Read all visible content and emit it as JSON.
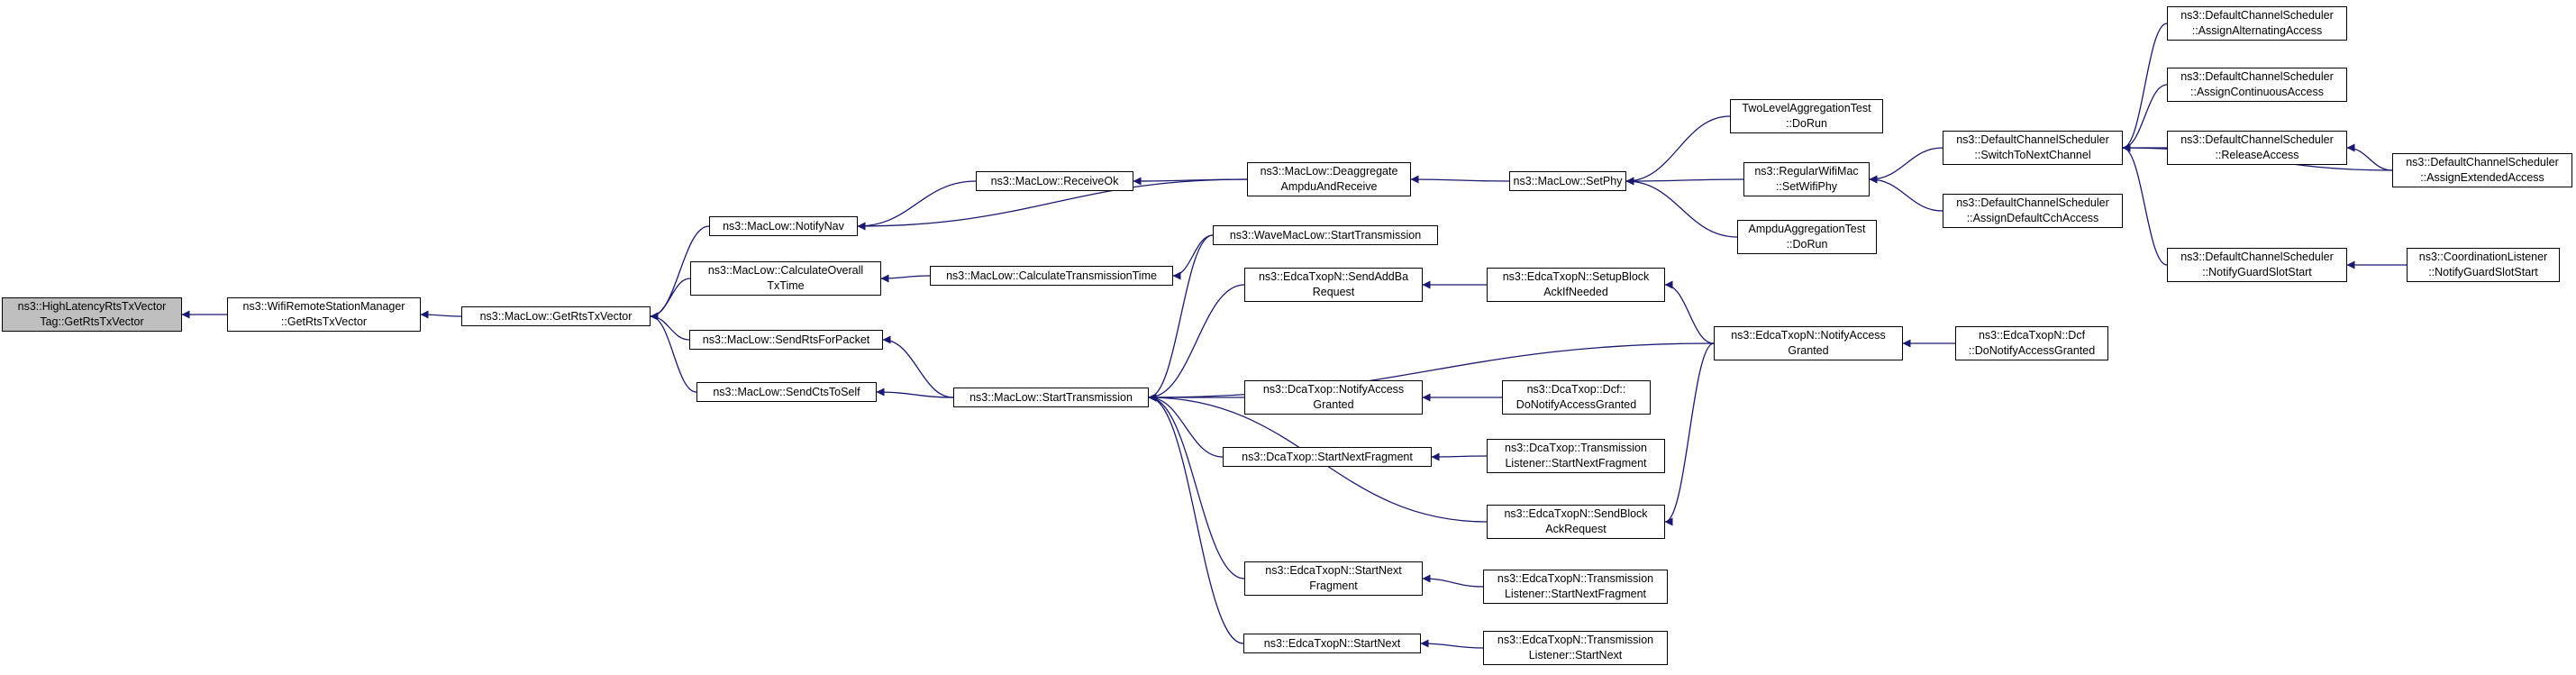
{
  "colors": {
    "edge": "#191970",
    "root_fill": "#bfbfbf",
    "node_fill": "#ffffff",
    "border": "#000000"
  },
  "nodes": [
    {
      "id": "root",
      "lines": [
        "ns3::HighLatencyRtsTxVector",
        "Tag::GetRtsTxVector"
      ],
      "root": true
    },
    {
      "id": "wrsm",
      "lines": [
        "ns3::WifiRemoteStationManager",
        "::GetRtsTxVector"
      ]
    },
    {
      "id": "getrts",
      "lines": [
        "ns3::MacLow::GetRtsTxVector"
      ]
    },
    {
      "id": "notifynav",
      "lines": [
        "ns3::MacLow::NotifyNav"
      ]
    },
    {
      "id": "calcoverall",
      "lines": [
        "ns3::MacLow::CalculateOverall",
        "TxTime"
      ]
    },
    {
      "id": "sendrts",
      "lines": [
        "ns3::MacLow::SendRtsForPacket"
      ]
    },
    {
      "id": "sendcts",
      "lines": [
        "ns3::MacLow::SendCtsToSelf"
      ]
    },
    {
      "id": "receiveok",
      "lines": [
        "ns3::MacLow::ReceiveOk"
      ]
    },
    {
      "id": "calctrans",
      "lines": [
        "ns3::MacLow::CalculateTransmissionTime"
      ]
    },
    {
      "id": "starttrans",
      "lines": [
        "ns3::MacLow::StartTransmission"
      ]
    },
    {
      "id": "deagg",
      "lines": [
        "ns3::MacLow::Deaggregate",
        "AmpduAndReceive"
      ]
    },
    {
      "id": "wavestart",
      "lines": [
        "ns3::WaveMacLow::StartTransmission"
      ]
    },
    {
      "id": "sendaddba",
      "lines": [
        "ns3::EdcaTxopN::SendAddBa",
        "Request"
      ]
    },
    {
      "id": "dcanotify",
      "lines": [
        "ns3::DcaTxop::NotifyAccess",
        "Granted"
      ]
    },
    {
      "id": "dcastartnext",
      "lines": [
        "ns3::DcaTxop::StartNextFragment"
      ]
    },
    {
      "id": "edcastartnextfrag",
      "lines": [
        "ns3::EdcaTxopN::StartNext",
        "Fragment"
      ]
    },
    {
      "id": "edcastartnext",
      "lines": [
        "ns3::EdcaTxopN::StartNext"
      ]
    },
    {
      "id": "setphy",
      "lines": [
        "ns3::MacLow::SetPhy"
      ]
    },
    {
      "id": "setupblock",
      "lines": [
        "ns3::EdcaTxopN::SetupBlock",
        "AckIfNeeded"
      ]
    },
    {
      "id": "dcfnotify",
      "lines": [
        "ns3::DcaTxop::Dcf::",
        "DoNotifyAccessGranted"
      ]
    },
    {
      "id": "dcatlstart",
      "lines": [
        "ns3::DcaTxop::Transmission",
        "Listener::StartNextFragment"
      ]
    },
    {
      "id": "sendblockack",
      "lines": [
        "ns3::EdcaTxopN::SendBlock",
        "AckRequest"
      ]
    },
    {
      "id": "edcatlfrag",
      "lines": [
        "ns3::EdcaTxopN::Transmission",
        "Listener::StartNextFragment"
      ]
    },
    {
      "id": "edcatlnext",
      "lines": [
        "ns3::EdcaTxopN::Transmission",
        "Listener::StartNext"
      ]
    },
    {
      "id": "twolevel",
      "lines": [
        "TwoLevelAggregationTest",
        "::DoRun"
      ]
    },
    {
      "id": "regularwifi",
      "lines": [
        "ns3::RegularWifiMac",
        "::SetWifiPhy"
      ]
    },
    {
      "id": "ampduagg",
      "lines": [
        "AmpduAggregationTest",
        "::DoRun"
      ]
    },
    {
      "id": "edcanotify",
      "lines": [
        "ns3::EdcaTxopN::NotifyAccess",
        "Granted"
      ]
    },
    {
      "id": "switchnext",
      "lines": [
        "ns3::DefaultChannelScheduler",
        "::SwitchToNextChannel"
      ]
    },
    {
      "id": "assigndefault",
      "lines": [
        "ns3::DefaultChannelScheduler",
        "::AssignDefaultCchAccess"
      ]
    },
    {
      "id": "edcadcf",
      "lines": [
        "ns3::EdcaTxopN::Dcf",
        "::DoNotifyAccessGranted"
      ]
    },
    {
      "id": "assignalt",
      "lines": [
        "ns3::DefaultChannelScheduler",
        "::AssignAlternatingAccess"
      ]
    },
    {
      "id": "assigncont",
      "lines": [
        "ns3::DefaultChannelScheduler",
        "::AssignContinuousAccess"
      ]
    },
    {
      "id": "release",
      "lines": [
        "ns3::DefaultChannelScheduler",
        "::ReleaseAccess"
      ]
    },
    {
      "id": "notifyguard",
      "lines": [
        "ns3::DefaultChannelScheduler",
        "::NotifyGuardSlotStart"
      ]
    },
    {
      "id": "assignext",
      "lines": [
        "ns3::DefaultChannelScheduler",
        "::AssignExtendedAccess"
      ]
    },
    {
      "id": "coordlistener",
      "lines": [
        "ns3::CoordinationListener",
        "::NotifyGuardSlotStart"
      ]
    }
  ],
  "edges": [
    [
      "wrsm",
      "root"
    ],
    [
      "getrts",
      "wrsm"
    ],
    [
      "notifynav",
      "getrts"
    ],
    [
      "calcoverall",
      "getrts"
    ],
    [
      "sendrts",
      "getrts"
    ],
    [
      "sendcts",
      "getrts"
    ],
    [
      "receiveok",
      "notifynav"
    ],
    [
      "deagg",
      "notifynav"
    ],
    [
      "calctrans",
      "calcoverall"
    ],
    [
      "starttrans",
      "sendrts"
    ],
    [
      "starttrans",
      "sendcts"
    ],
    [
      "wavestart",
      "calctrans"
    ],
    [
      "deagg",
      "receiveok"
    ],
    [
      "setphy",
      "deagg"
    ],
    [
      "wavestart",
      "starttrans"
    ],
    [
      "sendaddba",
      "starttrans"
    ],
    [
      "edcanotify",
      "starttrans"
    ],
    [
      "dcanotify",
      "starttrans"
    ],
    [
      "dcastartnext",
      "starttrans"
    ],
    [
      "sendblockack",
      "starttrans"
    ],
    [
      "edcastartnextfrag",
      "starttrans"
    ],
    [
      "edcastartnext",
      "starttrans"
    ],
    [
      "twolevel",
      "setphy"
    ],
    [
      "regularwifi",
      "setphy"
    ],
    [
      "ampduagg",
      "setphy"
    ],
    [
      "setupblock",
      "sendaddba"
    ],
    [
      "dcfnotify",
      "dcanotify"
    ],
    [
      "dcatlstart",
      "dcastartnext"
    ],
    [
      "edcatlfrag",
      "edcastartnextfrag"
    ],
    [
      "edcatlnext",
      "edcastartnext"
    ],
    [
      "edcanotify",
      "setupblock"
    ],
    [
      "edcanotify",
      "sendblockack"
    ],
    [
      "switchnext",
      "regularwifi"
    ],
    [
      "assigndefault",
      "regularwifi"
    ],
    [
      "edcadcf",
      "edcanotify"
    ],
    [
      "assignalt",
      "switchnext"
    ],
    [
      "assigncont",
      "switchnext"
    ],
    [
      "release",
      "switchnext"
    ],
    [
      "notifyguard",
      "switchnext"
    ],
    [
      "assignext",
      "switchnext"
    ],
    [
      "assignext",
      "release"
    ],
    [
      "coordlistener",
      "notifyguard"
    ]
  ]
}
